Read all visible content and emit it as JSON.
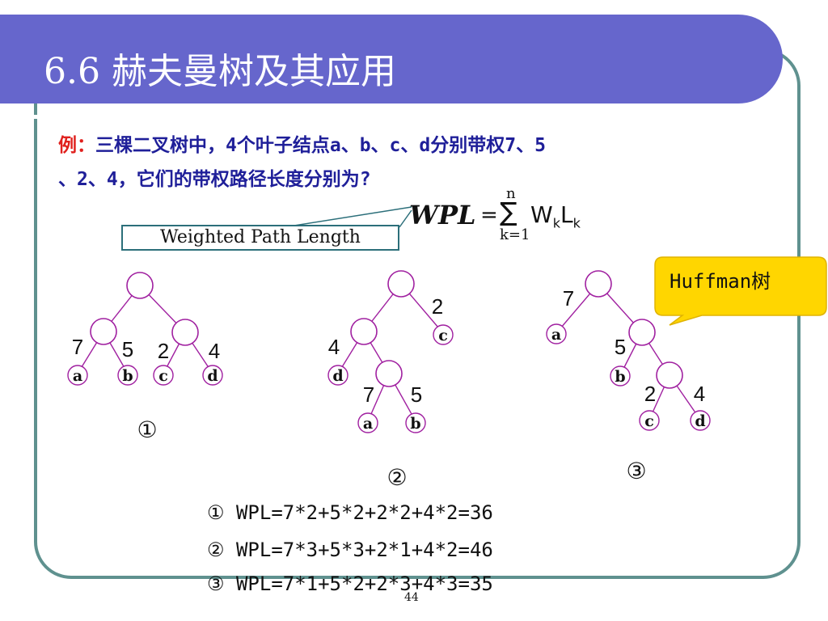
{
  "title": "6.6 赫夫曼树及其应用",
  "intro": {
    "lead": "例：",
    "line1": "三棵二叉树中，4个叶子结点a、b、c、d分别带权7、5",
    "line2": "、2、4，它们的带权路径长度分别为?"
  },
  "formula": {
    "wpl": "WPL",
    "eq": "=",
    "sigma": "∑",
    "upper": "n",
    "lower": "k=1",
    "W": "W",
    "L": "L",
    "sub": "k"
  },
  "note": "Weighted Path Length",
  "callout": "Huffman树",
  "trees": {
    "labels": [
      "①",
      "②",
      "③"
    ],
    "t1": {
      "weights": [
        "7",
        "5",
        "2",
        "4"
      ],
      "leaves": [
        "a",
        "b",
        "c",
        "d"
      ]
    },
    "t2": {
      "weights": [
        "4",
        "2",
        "7",
        "5"
      ],
      "leaves": [
        "d",
        "c",
        "a",
        "b"
      ]
    },
    "t3": {
      "weights": [
        "7",
        "5",
        "2",
        "4"
      ],
      "leaves": [
        "a",
        "b",
        "c",
        "d"
      ]
    }
  },
  "results": [
    "① WPL=7*2+5*2+2*2+4*2=36",
    "② WPL=7*3+5*3+2*1+4*2=46",
    "③ WPL=7*1+5*2+2*3+4*3=35"
  ],
  "slide_number": "44",
  "colors": {
    "title_bg": "#6666cc",
    "frame": "#5f918f",
    "text_blue": "#1f1f99",
    "lead_red": "#e0201d",
    "tree_line": "#a020a0",
    "callout_bg": "#ffd600"
  }
}
